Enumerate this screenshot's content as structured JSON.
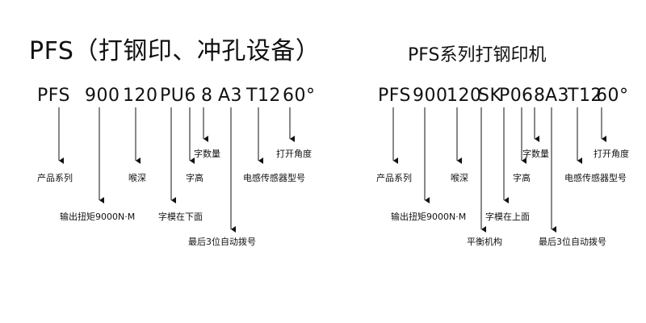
{
  "left": {
    "title": "PFS（打钢印、冲孔设备）",
    "code": [
      "PFS",
      "900",
      "120",
      "PU6",
      "8",
      "A3",
      "T12",
      "60°"
    ],
    "labels": {
      "series": "产品系列",
      "throat": "喉深",
      "char_height": "字高",
      "char_count": "字数量",
      "sensor": "电感传感器型号",
      "open_angle": "打开角度",
      "torque": "输出扭矩9000N·M",
      "die_bottom": "字模在下面",
      "last_auto": "最后3位自动拨号"
    }
  },
  "right": {
    "title": "PFS系列打钢印机",
    "code": [
      "PFS",
      "900",
      "120",
      "SK",
      "P0",
      "6",
      "8",
      "A3",
      "T12",
      "60°"
    ],
    "labels": {
      "series": "产品系列",
      "throat": "喉深",
      "char_height": "字高",
      "char_count": "字数量",
      "sensor": "电感传感器型号",
      "open_angle": "打开角度",
      "torque": "输出扭矩9000N·M",
      "die_top": "字模在上面",
      "balance": "平衡机构",
      "last_auto": "最后3位自动拨号"
    }
  }
}
